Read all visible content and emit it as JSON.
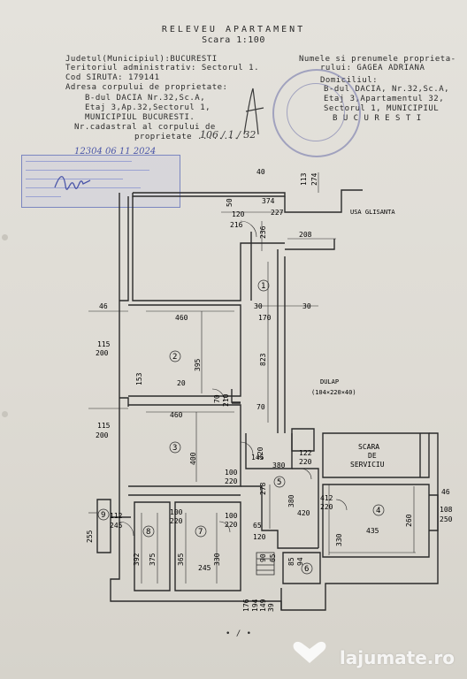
{
  "header": {
    "title": "RELEVEU APARTAMENT",
    "scale": "Scara 1:100"
  },
  "left_info": {
    "judet": "Judetul(Municipiul):BUCURESTI",
    "teritoriu": "Teritoriul administrativ: Sectorul 1.",
    "siruta": "Cod SIRUTA: 179141",
    "adresa_label": "Adresa corpului de proprietate:",
    "adresa_1": "B-dul DACIA  Nr.32,Sc.A,",
    "adresa_2": "Etaj 3,Ap.32,Sectorul 1,",
    "adresa_3": "MUNICIPIUL BUCURESTI.",
    "cadastral_1": "Nr.cadastral al corpului de",
    "cadastral_2": "proprietate ........"
  },
  "right_info": {
    "nume_label": "Numele si prenumele proprieta-",
    "nume_value": "rului: GAGEA ADRIANA",
    "domiciliu_label": "Domiciliul:",
    "dom_1": "B-dul DACIA, Nr.32,Sc.A,",
    "dom_2": "Etaj 3,Apartamentul 32,",
    "dom_3": "Sectorul 1, MUNICIPIUL",
    "dom_4": "B U C U R E S T I"
  },
  "handwriting": {
    "date": "12304  06  11  2024",
    "cadastral_no": "106 / 1 / 32"
  },
  "rooms": {
    "r1": "1",
    "r2": "2",
    "r3": "3",
    "r4": "4",
    "r5": "5",
    "r6": "6",
    "r7": "7",
    "r8": "8",
    "r9": "9"
  },
  "labels": {
    "usa_glisanta": "USA GLISANTA",
    "dulap": "DULAP",
    "dulap_dims": "(104×220×40)",
    "scara_1": "SCARA",
    "scara_2": "DE",
    "scara_3": "SERVICIU"
  },
  "dims": {
    "d40": "40",
    "d113": "113",
    "d274": "274",
    "d374": "374",
    "d227": "227",
    "d120": "120",
    "d216": "216",
    "d50": "50",
    "d236": "236",
    "d208": "208",
    "d46a": "46",
    "d30a": "30",
    "d30b": "30",
    "d460a": "460",
    "d170": "170",
    "d115a": "115",
    "d200a": "200",
    "d395": "395",
    "d823": "823",
    "d153": "153",
    "d20": "20",
    "d70a": "70",
    "d210a": "210",
    "d70b": "70",
    "d460b": "460",
    "d115b": "115",
    "d200b": "200",
    "d400": "400",
    "d145": "145",
    "d220a": "220",
    "d380": "380",
    "d122": "122",
    "d220b": "220",
    "d100": "100",
    "d220c": "220",
    "d278": "278",
    "d380b": "380",
    "d412": "412",
    "d220d": "220",
    "d46b": "46",
    "d108": "108",
    "d250": "250",
    "d255": "255",
    "d112": "112",
    "d245a": "245",
    "d100b": "100",
    "d220e": "220",
    "d100c": "100",
    "d220f": "220",
    "d65": "65",
    "d120b": "120",
    "d420": "420",
    "d330a": "330",
    "d435": "435",
    "d260": "260",
    "d392": "392",
    "d375": "375",
    "d365": "365",
    "d330b": "330",
    "d245b": "245",
    "d85": "85",
    "d94": "94",
    "d90": "90",
    "d65b": "65",
    "d176": "176",
    "d194": "194",
    "d149": "149",
    "d39": "39"
  },
  "footer": {
    "mark": "• / •"
  },
  "watermark": {
    "brand": "lajumate.ro"
  },
  "colors": {
    "paper": "#e0ddd6",
    "ink": "#2a2a2a",
    "stamp_blue": "#6c70a8"
  }
}
